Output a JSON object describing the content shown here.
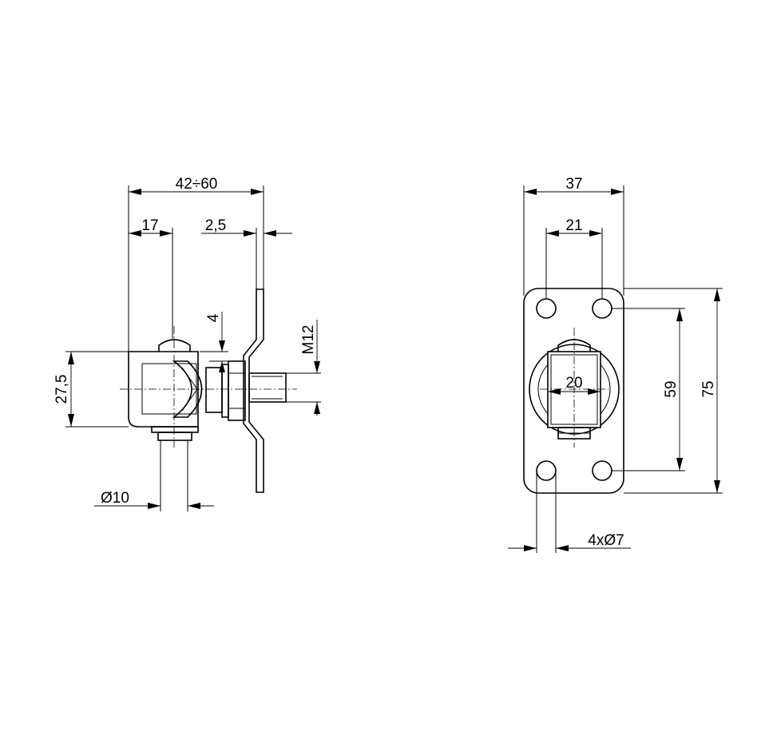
{
  "side_view": {
    "dim_overall": "42÷60",
    "dim_eye_offset": "17",
    "dim_plate_thickness": "2,5",
    "dim_gap": "4",
    "dim_thread": "M12",
    "dim_eye_height": "27,5",
    "dim_pin": "Ø10"
  },
  "front_view": {
    "dim_plate_width": "37",
    "dim_hole_spacing_h": "21",
    "dim_eye_width": "20",
    "dim_hole_spacing_v": "59",
    "dim_plate_height": "75",
    "dim_holes": "4xØ7"
  }
}
